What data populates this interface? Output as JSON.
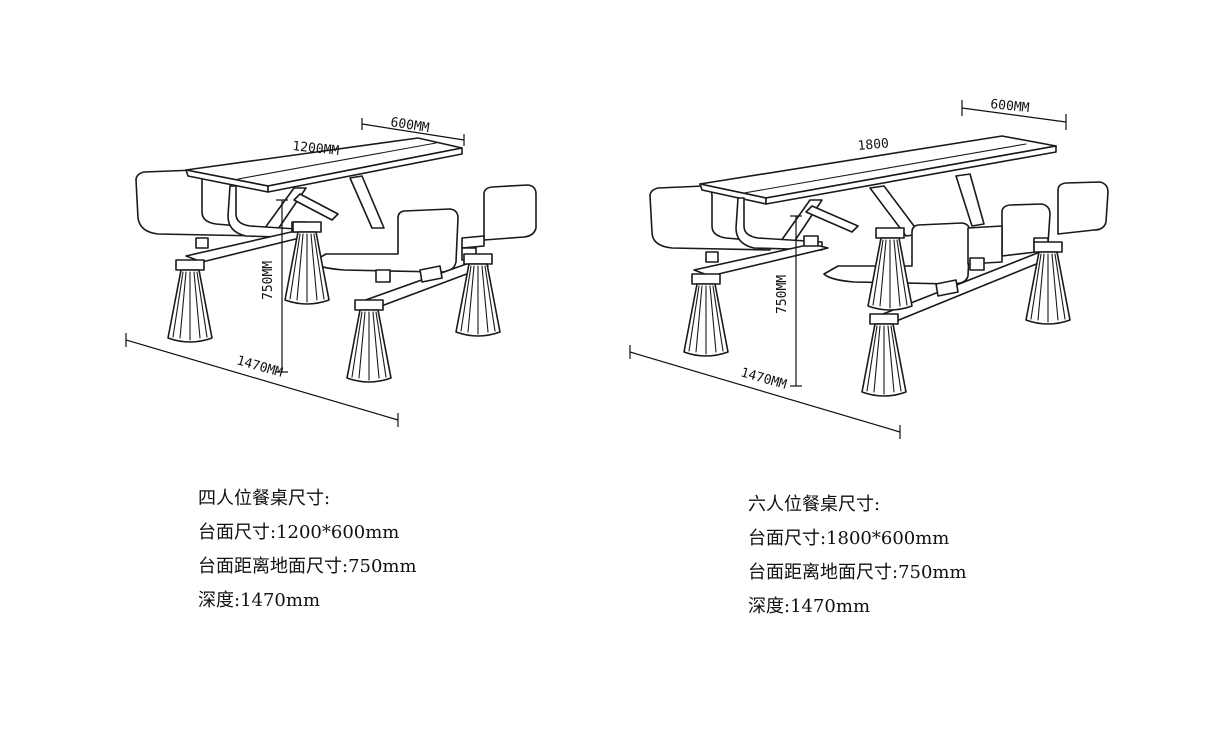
{
  "diagrams": [
    {
      "id": "four-seat",
      "dims": {
        "length": "1200MM",
        "width": "600MM",
        "height": "750MM",
        "depth": "1470MM"
      }
    },
    {
      "id": "six-seat",
      "dims": {
        "length": "1800",
        "width": "600MM",
        "height": "750MM",
        "depth": "1470MM"
      }
    }
  ],
  "specs": [
    {
      "title": "四人位餐桌尺寸:",
      "lines": [
        {
          "label": "台面尺寸:",
          "value": "1200*600mm"
        },
        {
          "label": "台面距离地面尺寸:",
          "value": "750mm"
        },
        {
          "label": "深度:",
          "value": "1470mm"
        }
      ]
    },
    {
      "title": "六人位餐桌尺寸:",
      "lines": [
        {
          "label": "台面尺寸:",
          "value": "1800*600mm"
        },
        {
          "label": "台面距离地面尺寸:",
          "value": "750mm"
        },
        {
          "label": "深度:",
          "value": "1470mm"
        }
      ]
    }
  ]
}
